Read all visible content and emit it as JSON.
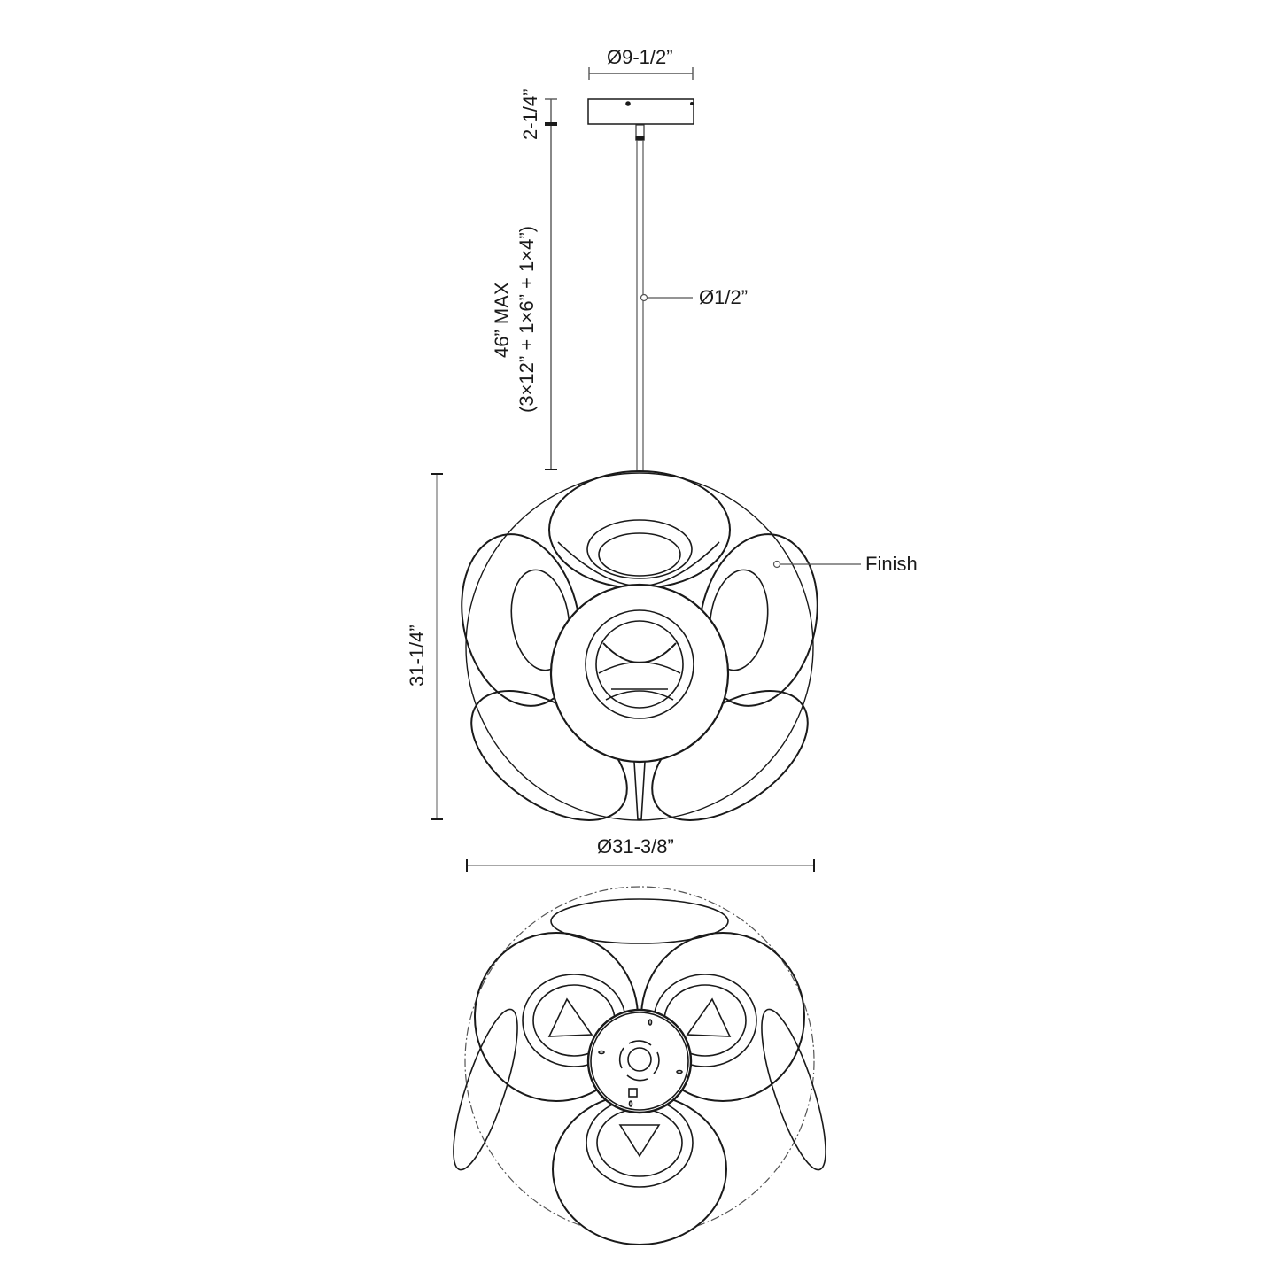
{
  "drawing": {
    "subject": "Pendant light fixture dimension drawing",
    "views": [
      "side-elevation",
      "bottom-view"
    ]
  },
  "dimensions": {
    "canopy_diameter": "Ø9-1/2”",
    "canopy_height": "2-1/4”",
    "rod_length_line1": "46” MAX",
    "rod_length_line2": "(3×12” + 1×6” + 1×4”)",
    "rod_diameter": "Ø1/2”",
    "fixture_height": "31-1/4”",
    "fixture_diameter": "Ø31-3/8”"
  },
  "callouts": {
    "finish": "Finish"
  },
  "colors": {
    "line": "#1a1a1a",
    "dim_line": "#8a8a8a",
    "background": "#ffffff"
  }
}
